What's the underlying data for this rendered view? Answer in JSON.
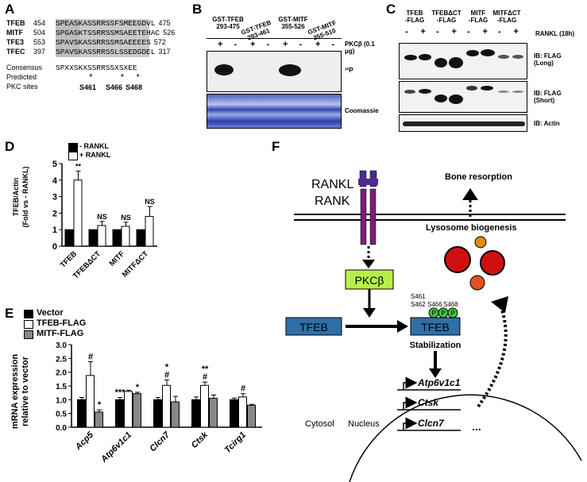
{
  "panels": {
    "a": "A",
    "b": "B",
    "c": "C",
    "d": "D",
    "e": "E",
    "f": "F"
  },
  "panel_a": {
    "rows": [
      {
        "name": "TFEB",
        "start": "454",
        "seq": "SPEASKASSRRSSFSMEEGDVL",
        "end": "475"
      },
      {
        "name": "MITF",
        "start": "504",
        "seq": "SPGASKTSSRRSSMSAEETEHAC",
        "end": "526"
      },
      {
        "name": "TFE3",
        "start": "553",
        "seq": "SPAVSKASSRRSSMSAEEEES",
        "end": "572"
      },
      {
        "name": "TFEC",
        "start": "397",
        "seq": "SPAVSKASSRRSSLSSEDGDEL",
        "end": "317"
      }
    ],
    "consensus_label": "Consensus",
    "consensus": "SPXXSKXSSRRSSXSXEE",
    "predicted_label": "Predicted",
    "pkc_label": "PKC sites",
    "stars": "*     *  *",
    "sites": [
      "S461",
      "S466",
      "S468"
    ]
  },
  "panel_b": {
    "lanes": [
      "GST-TFEB\n293-475",
      "GST-TFEB\n293-461",
      "GST-MITF\n355-526",
      "GST-MITF\n355-510"
    ],
    "signs": [
      "+",
      "-",
      "+",
      "-",
      "+",
      "-",
      "+",
      "-"
    ],
    "pkc_label": "PKCβ (0.1 μg)",
    "label_32p": "³²P",
    "label_coomassie": "Coomassie"
  },
  "panel_c": {
    "groups": [
      "TFEB\n-FLAG",
      "TFEBΔCT\n-FLAG",
      "MITF\n-FLAG",
      "MITFΔCT\n-FLAG"
    ],
    "signs": [
      "-",
      "+",
      "-",
      "+",
      "-",
      "+",
      "-",
      "+"
    ],
    "rankl_label": "RANKL (18h)",
    "blot_labels": [
      "IB: FLAG\n(Long)",
      "IB: FLAG\n(Short)",
      "IB: Actin"
    ]
  },
  "panel_d": {
    "legend": [
      "- RANKL",
      "+ RANKL"
    ],
    "ylabel": "TFEB/Actin\n(Fold vs - RANKL)",
    "annotations": [
      "**",
      "NS",
      "NS",
      "NS"
    ]
  },
  "panel_e": {
    "legend": [
      "Vector",
      "TFEB-FLAG",
      "MITF-FLAG"
    ],
    "ylabel": "mRNA expression\nrelative to vector"
  },
  "chart_data": [
    {
      "type": "bar",
      "categories": [
        "TFEB",
        "TFEBΔCT",
        "MITF",
        "MITFΔCT"
      ],
      "series": [
        {
          "name": "- RANKL",
          "values": [
            1,
            1,
            1,
            1
          ],
          "errors": [
            0,
            0,
            0,
            0
          ],
          "color": "#000000"
        },
        {
          "name": "+ RANKL",
          "values": [
            4.0,
            1.25,
            1.2,
            1.8
          ],
          "errors": [
            0.55,
            0.25,
            0.25,
            0.6
          ],
          "color": "#ffffff"
        }
      ],
      "ylim": [
        0,
        5
      ],
      "yticks": [
        0,
        1,
        2,
        3,
        4,
        5
      ]
    },
    {
      "type": "bar",
      "categories": [
        "Acp5",
        "Atp6v1c1",
        "Clcn7",
        "Ctsk",
        "Tcirg1"
      ],
      "series": [
        {
          "name": "Vector",
          "values": [
            1.0,
            1.0,
            1.0,
            1.0,
            1.0
          ],
          "errors": [
            0.08,
            0.08,
            0.08,
            0.1,
            0.06
          ],
          "color": "#000000"
        },
        {
          "name": "TFEB-FLAG",
          "values": [
            1.88,
            1.3,
            1.52,
            1.52,
            1.1
          ],
          "errors": [
            0.5,
            0.04,
            0.2,
            0.12,
            0.12
          ],
          "color": "#ffffff"
        },
        {
          "name": "MITF-FLAG",
          "values": [
            0.55,
            1.22,
            0.92,
            1.05,
            0.8
          ],
          "errors": [
            0.08,
            0.05,
            0.2,
            0.12,
            0.03
          ],
          "color": "#888888"
        }
      ],
      "annotations": [
        {
          "cat": 0,
          "text": "#",
          "series": 1
        },
        {
          "cat": 0,
          "text": "*",
          "series": 2
        },
        {
          "cat": 1,
          "text": "***",
          "series": 0
        },
        {
          "cat": 1,
          "text": "*",
          "series": 2
        },
        {
          "cat": 2,
          "text": "#",
          "series": 1
        },
        {
          "cat": 2,
          "text": "*",
          "series": 1
        },
        {
          "cat": 3,
          "text": "#",
          "series": 1
        },
        {
          "cat": 3,
          "text": "**",
          "series": 1
        },
        {
          "cat": 4,
          "text": "#",
          "series": 1
        }
      ],
      "ylim": [
        0,
        3
      ],
      "yticks": [
        0.0,
        0.5,
        1.0,
        1.5,
        2.0,
        2.5,
        3.0
      ]
    }
  ],
  "panel_f": {
    "rankl": "RANKL",
    "rank": "RANK",
    "bone": "Bone resorption",
    "lyso": "Lysosome biogenesis",
    "pkc": "PKCβ",
    "tfeb": "TFEB",
    "tfeb2": "TFEB",
    "sites": [
      "S461",
      "S462",
      "S466",
      "S468"
    ],
    "p": "P",
    "stab": "Stabilization",
    "genes": [
      "Atp6v1c1",
      "Ctsk",
      "Clcn7"
    ],
    "dots": "...",
    "cytosol": "Cytosol",
    "nucleus": "Nucleus"
  }
}
